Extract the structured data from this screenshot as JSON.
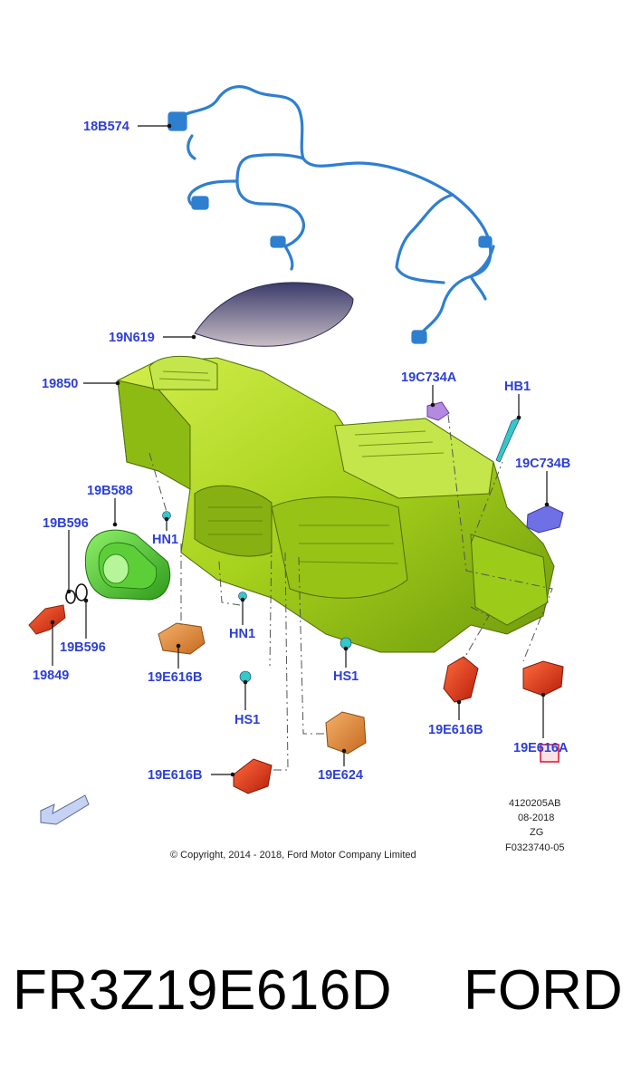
{
  "callouts": {
    "c18B574": "18B574",
    "c19N619": "19N619",
    "c19850": "19850",
    "c19B588": "19B588",
    "c19B596_top": "19B596",
    "c19B596_bottom": "19B596",
    "c19849": "19849",
    "cHN1_a": "HN1",
    "cHN1_b": "HN1",
    "c19E616B_a": "19E616B",
    "c19E616B_b": "19E616B",
    "c19E616B_c": "19E616B",
    "cHS1_a": "HS1",
    "cHS1_b": "HS1",
    "c19E624": "19E624",
    "c19E616A": "19E616A",
    "c19C734A": "19C734A",
    "cHB1": "HB1",
    "c19C734B": "19C734B"
  },
  "copyright": "© Copyright, 2014 - 2018, Ford Motor Company Limited",
  "doc_meta": {
    "code": "4120205AB",
    "date": "08-2018",
    "region": "ZG",
    "figure": "F0323740-05"
  },
  "footer": {
    "part_number": "FR3Z19E616D",
    "brand": "FORD"
  },
  "colors": {
    "callout_text": "#2d3fd6",
    "housing": "#a6d11c",
    "harness": "#2f7fd0",
    "actuator": "#e23a1c",
    "highlight_box": "#e0102a"
  }
}
